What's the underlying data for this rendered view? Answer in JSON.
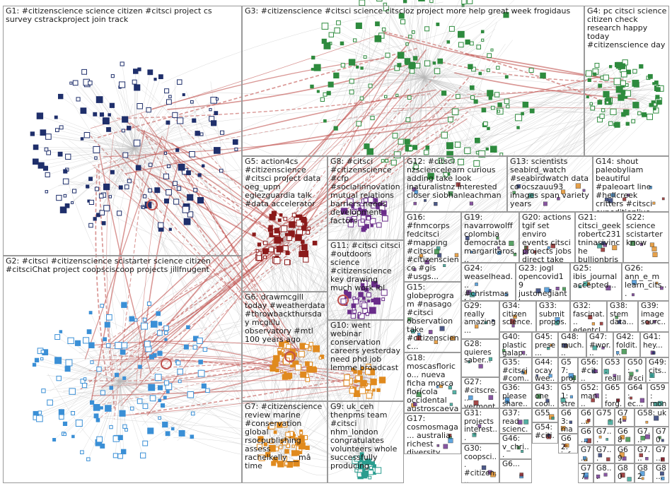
{
  "groups": [
    {
      "id": "g1",
      "label": "G1: #citizenscience science citizen #citsci project cs survey cstrackproject join track"
    },
    {
      "id": "g2",
      "label": "G2: #citsci #citizenscience scistarter science citizen #citsciChat project coopsciscoop projects jillfnugent"
    },
    {
      "id": "g3",
      "label": "G3: #citizenscience #citsci science citscioz project more help great week frogidaus"
    },
    {
      "id": "g4",
      "label": "G4: pc citsci science citizen check research happy today #citizenscience day"
    },
    {
      "id": "g5",
      "label": "G5: action4cs #citizenscience #citsci project data oeg_upm eglezguardia talk #data accelerator"
    },
    {
      "id": "g6",
      "label": "G6: drawmcgill today #weatherdata #throwbackthursday mcgillu observatory #mtl 100 years ago"
    },
    {
      "id": "g7",
      "label": "G7: #citizenscience review marine #conservation global rsocpublishing assess rachelkelly___mâ time"
    },
    {
      "id": "g8",
      "label": "G8: #citsci #citizenscience #cfp #socialinnovation mutual relations barriers needs development factors"
    },
    {
      "id": "g9",
      "label": "G9: uk_ceh thenpms team #citsci nhm_london congratulates volunteers whole successfully producing"
    },
    {
      "id": "g10",
      "label": "G10: went webinar conservation careers yesterday need phd job lemme broadcast"
    },
    {
      "id": "g11",
      "label": "G11: #citsci citsci #outdoors science #citizenscience key drawing much work lol"
    },
    {
      "id": "g12",
      "label": "G12: #citsci nzsciencelearn curious adding take look inaturalistnz interested closer siobhanleachman"
    },
    {
      "id": "g13",
      "label": "G13: scientists seabird_watch #seabirdwatch data co ocszauu93 images span variety years"
    },
    {
      "id": "g14",
      "label": "G14: shout paleobyliam beautiful #paleoart line #hellcreek critters #citsci expeditionlive..."
    },
    {
      "id": "g15",
      "label": "G15: globeprogram #nasago #citsci observation take #citizenscienc..."
    },
    {
      "id": "g16",
      "label": "G16: #fnmcorps fedcitsci #mapping #citsci #citizenscience #gis #usgs..."
    },
    {
      "id": "g17",
      "label": "G17: cosmosmaga... australia richest diversity cicadas world..."
    },
    {
      "id": "g18",
      "label": "G18: moscasflorico... nueva ficha mosca florícola occidental austroscaeva..."
    },
    {
      "id": "g19",
      "label": "G19: navarrowolff colombia democrata margaritaros..."
    },
    {
      "id": "g20",
      "label": "G20: actions tgif set enviro events citsci projects jobs direct take"
    },
    {
      "id": "g21",
      "label": "G21: citsci_geek robertc231 tninasivinche bullionbrisb..."
    },
    {
      "id": "g22",
      "label": "G22: science scistarter know"
    },
    {
      "id": "g23",
      "label": "G23: jogl opencovid19 justonegiantl..."
    },
    {
      "id": "g24",
      "label": "G24: weaselhead... #christmasbi..."
    },
    {
      "id": "g25",
      "label": "G25: ibis_journal accepted..."
    },
    {
      "id": "g26",
      "label": "G26: ann_e_m learn_cits..."
    },
    {
      "id": "g27",
      "label": "G27: #citscre... vermont"
    },
    {
      "id": "g28",
      "label": "G28: quieres saber..."
    },
    {
      "id": "g29",
      "label": "G29: really amazing..."
    },
    {
      "id": "g30",
      "label": "G30: coopsci... #citizen..."
    },
    {
      "id": "g31",
      "label": "G31: projects interest..."
    },
    {
      "id": "g32",
      "label": "G32: fascinat... edentcl..."
    },
    {
      "id": "g33",
      "label": "G33: submit propos..."
    },
    {
      "id": "g34",
      "label": "G34: citizen science..."
    },
    {
      "id": "g35",
      "label": "G35: #citsci #com..."
    },
    {
      "id": "g36",
      "label": "G36: please share..."
    },
    {
      "id": "g37",
      "label": "G37: read scienc..."
    },
    {
      "id": "g38",
      "label": "G38: stem data..."
    },
    {
      "id": "g39",
      "label": "G39: image sourc..."
    },
    {
      "id": "g40",
      "label": "G40: plastic galap..."
    },
    {
      "id": "g41",
      "label": "G41: hey..."
    },
    {
      "id": "g42",
      "label": "G42: foldit..."
    },
    {
      "id": "g43",
      "label": "G43: one cool..."
    },
    {
      "id": "g44",
      "label": "G44: ocay wee..."
    },
    {
      "id": "g45",
      "label": "G45: prese..."
    },
    {
      "id": "g46",
      "label": "G46: v_chri..."
    },
    {
      "id": "g47",
      "label": "G47: #wor..."
    },
    {
      "id": "g48",
      "label": "G48: much..."
    },
    {
      "id": "g49",
      "label": "G49: cits..."
    },
    {
      "id": "g50",
      "label": "G50: #sci..."
    },
    {
      "id": "g51",
      "label": "G51: strea..."
    },
    {
      "id": "g52",
      "label": "G52: man..."
    },
    {
      "id": "g53",
      "label": "G53: reall..."
    },
    {
      "id": "g54",
      "label": "G54: #citi..."
    },
    {
      "id": "g55",
      "label": "G55"
    },
    {
      "id": "g56",
      "label": "G56: #cit..."
    },
    {
      "id": "g57",
      "label": "G57: proj..."
    },
    {
      "id": "g58",
      "label": "G58: uk"
    },
    {
      "id": "g59",
      "label": "G59: mon..."
    },
    {
      "id": "g62",
      "label": "G62: info"
    },
    {
      "id": "g63",
      "label": "G63: mag..."
    },
    {
      "id": "g64",
      "label": "G64: ec..."
    },
    {
      "id": "g65",
      "label": "G65: forg..."
    },
    {
      "id": "g66",
      "label": "G6..."
    },
    {
      "id": "g67",
      "label": "G6... du"
    },
    {
      "id": "g68",
      "label": "G68"
    },
    {
      "id": "g69",
      "label": "G69"
    },
    {
      "id": "g70",
      "label": "G70"
    },
    {
      "id": "g71",
      "label": "G7..."
    },
    {
      "id": "g72",
      "label": "G7..."
    },
    {
      "id": "g73",
      "label": "G7..."
    },
    {
      "id": "g74",
      "label": "G74"
    },
    {
      "id": "g75",
      "label": "G75"
    },
    {
      "id": "g76",
      "label": "G7..."
    },
    {
      "id": "g77",
      "label": "G77"
    },
    {
      "id": "g78",
      "label": "G7..."
    },
    {
      "id": "g79",
      "label": "G7..."
    },
    {
      "id": "g80",
      "label": "G80"
    },
    {
      "id": "g81",
      "label": "G8..."
    },
    {
      "id": "g82",
      "label": "G82"
    },
    {
      "id": "g83",
      "label": "G8..."
    },
    {
      "id": "g84",
      "label": "G6..."
    }
  ],
  "colors": {
    "group_border": "#9a9a9a",
    "edge_gray": "#b8b8b8",
    "edge_red": "#c0504d",
    "node_navy": "#1f2f6b",
    "node_blue": "#3a8fd6",
    "node_green": "#2e8b3e",
    "node_darkred": "#8b1a1a",
    "node_orange": "#e08a1e",
    "node_purple": "#6a2c8a",
    "node_teal": "#2a9d8f"
  }
}
